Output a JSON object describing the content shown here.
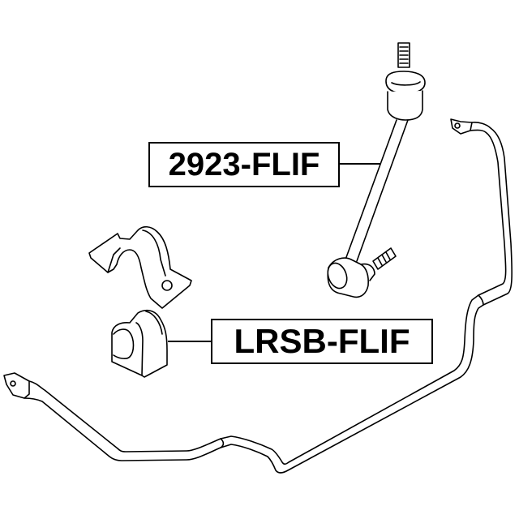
{
  "diagram": {
    "type": "exploded-parts-diagram",
    "parts": [
      {
        "id": "stabilizer-link",
        "label": "2923-FLIF"
      },
      {
        "id": "stabilizer-bushing",
        "label": "LRSB-FLIF"
      },
      {
        "id": "bushing-bracket",
        "label": ""
      },
      {
        "id": "stabilizer-bar",
        "label": ""
      }
    ]
  },
  "labels": {
    "link": "2923-FLIF",
    "bushing": "LRSB-FLIF"
  },
  "colors": {
    "line": "#000000",
    "background": "#ffffff"
  }
}
